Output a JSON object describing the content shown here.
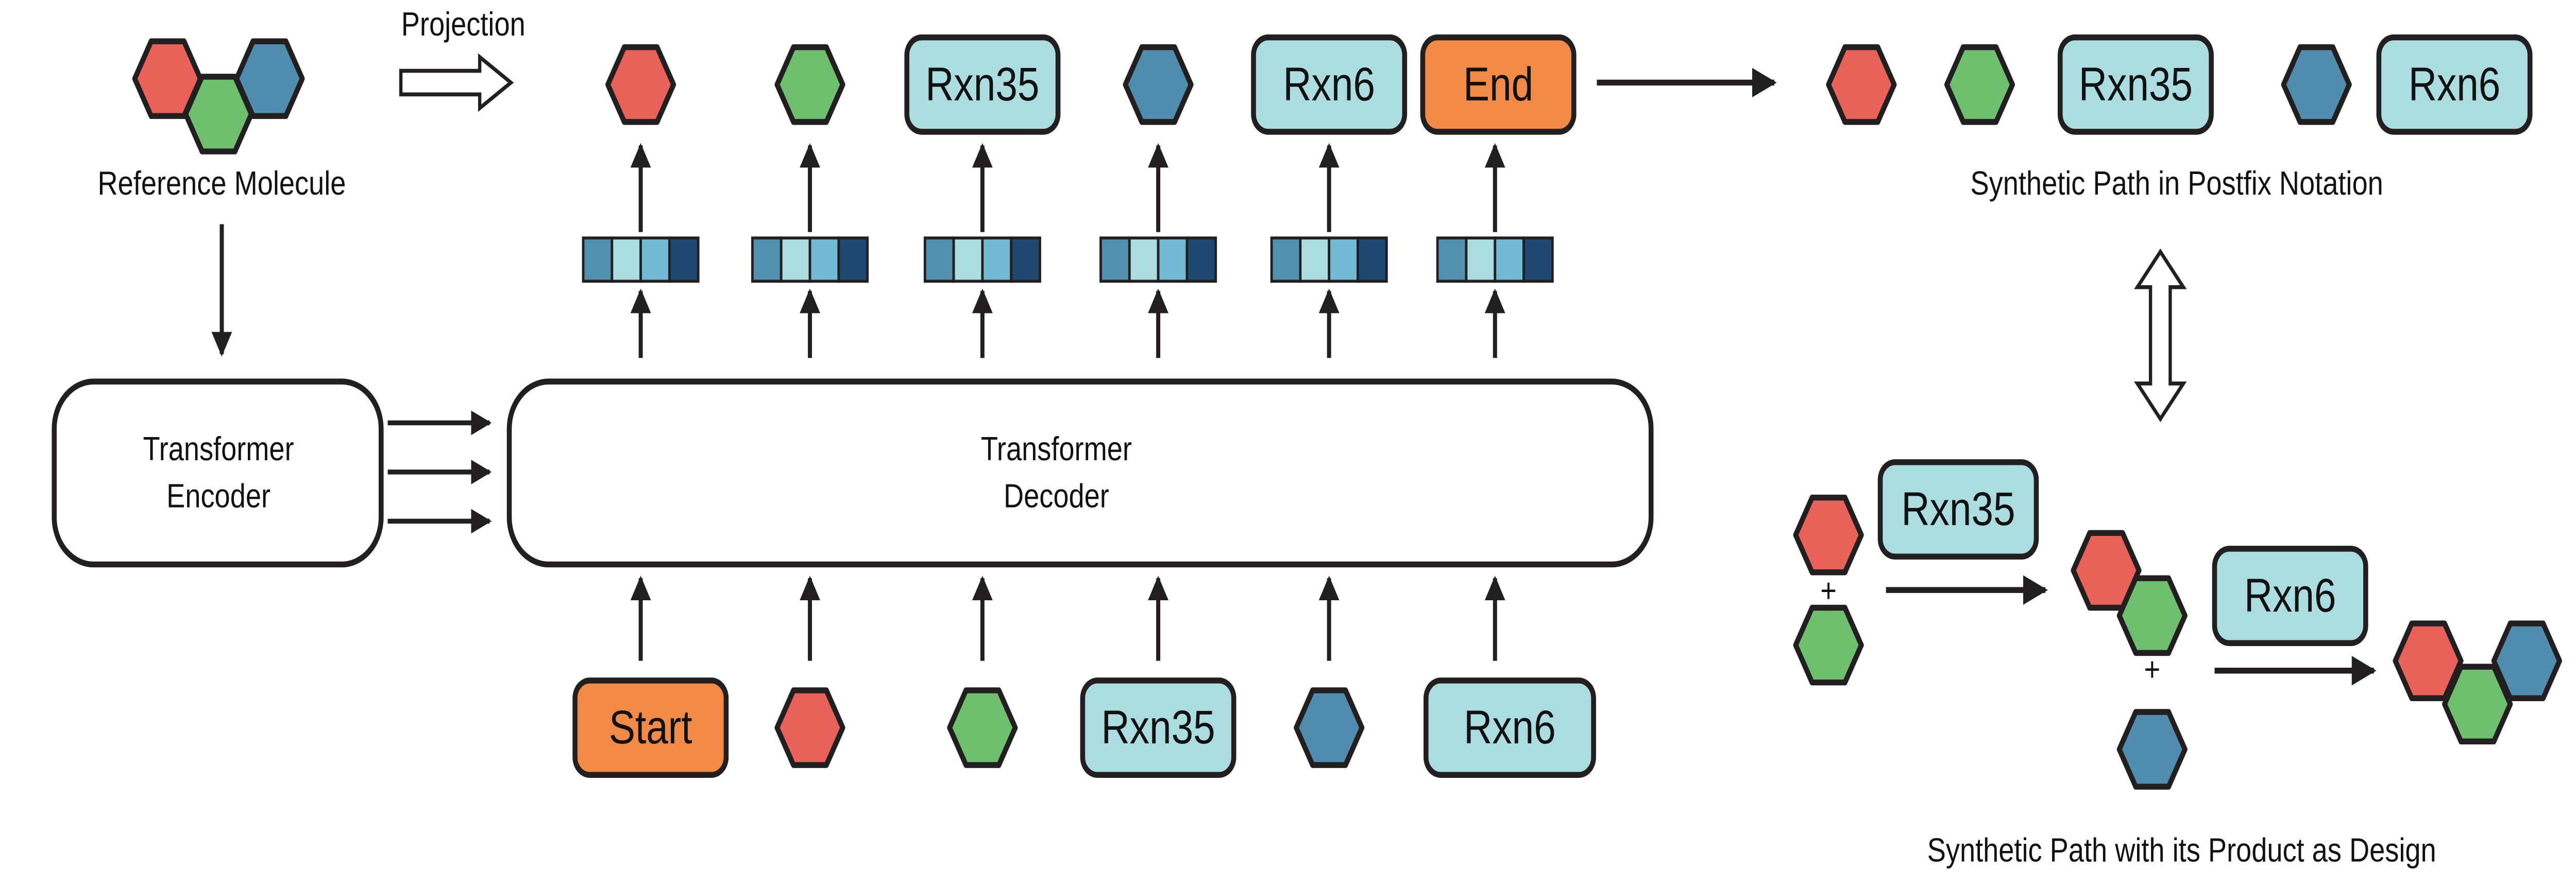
{
  "labels": {
    "projection": "Projection",
    "reference_molecule": "Reference Molecule",
    "encoder_line1": "Transformer",
    "encoder_line2": "Encoder",
    "decoder_line1": "Transformer",
    "decoder_line2": "Decoder",
    "postfix_caption": "Synthetic Path in Postfix Notation",
    "design_caption": "Synthetic Path with its Product as Design",
    "plus": "+"
  },
  "colors": {
    "red": "#E8625A",
    "green": "#6EBF6E",
    "blue": "#4F8CAD",
    "reaction": "#AADCE0",
    "special": "#F08A46",
    "stroke": "#231F20",
    "embedding": [
      "#5190AE",
      "#AADCE0",
      "#72BAD4",
      "#1E4870"
    ]
  },
  "decoder_outputs": [
    {
      "kind": "hex",
      "color": "red"
    },
    {
      "kind": "hex",
      "color": "green"
    },
    {
      "kind": "box",
      "color": "reaction",
      "label": "Rxn35"
    },
    {
      "kind": "hex",
      "color": "blue"
    },
    {
      "kind": "box",
      "color": "reaction",
      "label": "Rxn6"
    },
    {
      "kind": "box",
      "color": "special",
      "label": "End"
    }
  ],
  "decoder_inputs": [
    {
      "kind": "box",
      "color": "special",
      "label": "Start"
    },
    {
      "kind": "hex",
      "color": "red"
    },
    {
      "kind": "hex",
      "color": "green"
    },
    {
      "kind": "box",
      "color": "reaction",
      "label": "Rxn35"
    },
    {
      "kind": "hex",
      "color": "blue"
    },
    {
      "kind": "box",
      "color": "reaction",
      "label": "Rxn6"
    }
  ],
  "postfix_path": [
    {
      "kind": "hex",
      "color": "red"
    },
    {
      "kind": "hex",
      "color": "green"
    },
    {
      "kind": "box",
      "color": "reaction",
      "label": "Rxn35"
    },
    {
      "kind": "hex",
      "color": "blue"
    },
    {
      "kind": "box",
      "color": "reaction",
      "label": "Rxn6"
    }
  ],
  "reactions": {
    "step1": "Rxn35",
    "step2": "Rxn6"
  }
}
